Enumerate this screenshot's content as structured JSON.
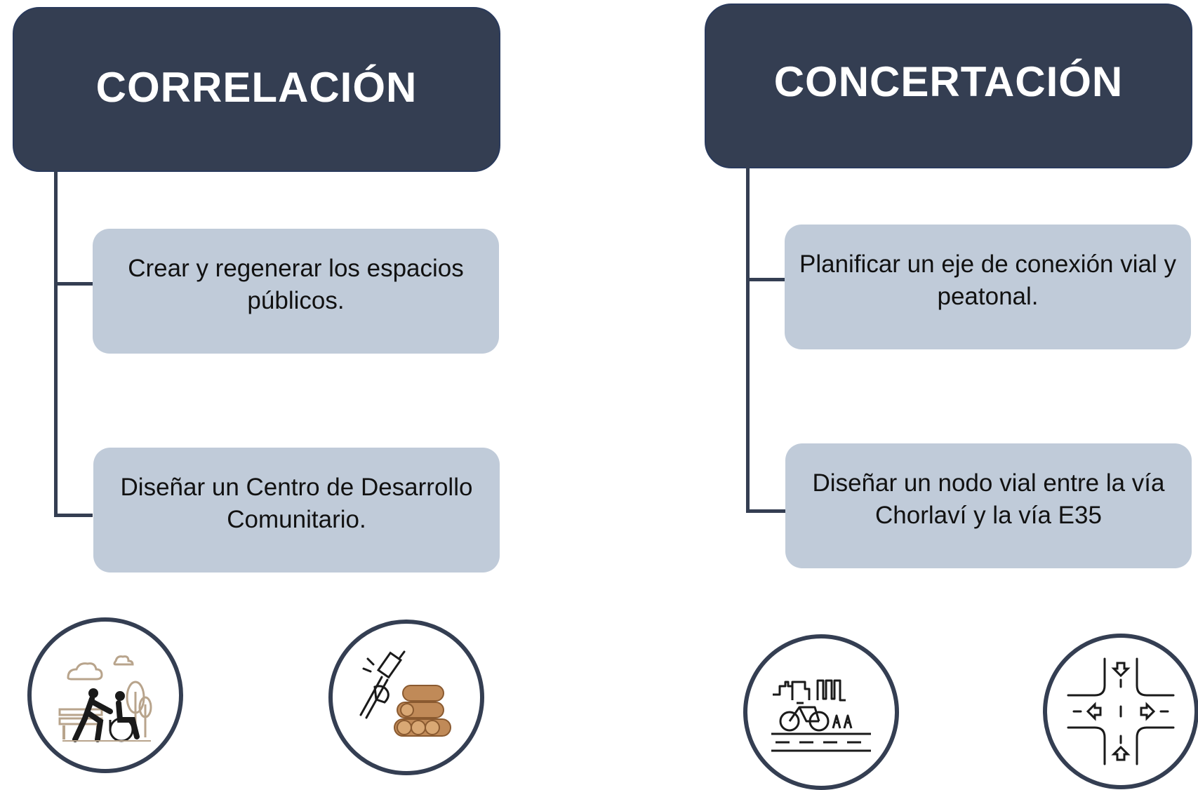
{
  "left": {
    "title": "CORRELACIÓN",
    "items": [
      "Crear y regenerar los espacios públicos.",
      "Diseñar un Centro de Desarrollo Comunitario."
    ],
    "icons": [
      "park-accessibility-icon",
      "construction-materials-icon"
    ]
  },
  "right": {
    "title": "CONCERTACIÓN",
    "items": [
      "Planificar un eje de conexión vial y peatonal.",
      "Diseñar un nodo vial entre la vía Chorlaví y la vía E35"
    ],
    "icons": [
      "bike-lane-city-icon",
      "road-intersection-icon"
    ]
  },
  "colors": {
    "header": "#343e52",
    "item": "#c0cbd9",
    "icon_tan": "#b8a48c",
    "icon_wood": "#b07a4a"
  }
}
